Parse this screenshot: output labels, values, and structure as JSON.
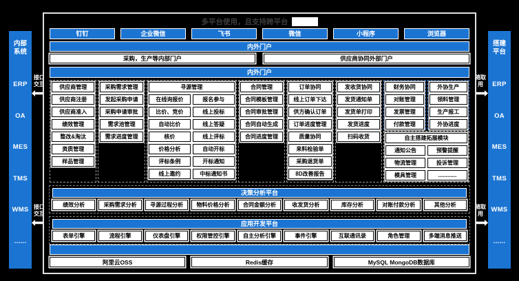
{
  "header": {
    "title": "多平台使用，且支持跨平台",
    "redacted": true
  },
  "channels": [
    "钉钉",
    "企业微信",
    "飞书",
    "微信",
    "小程序",
    "浏览器"
  ],
  "portal": {
    "bar": "内外门户",
    "internal": "采购，生产等内部门户",
    "external": "供应商协同外部门户"
  },
  "modules": {
    "bar": "内外门户",
    "groups": [
      {
        "header": "供应商管理",
        "items": [
          "供应商注册",
          "供应商准入",
          "绩效管理",
          "整改&淘汰",
          "资质管理",
          "样品管理"
        ]
      },
      {
        "header": "采购需求管理",
        "items": [
          "发起采购申请",
          "采购申请审批",
          "需求池管理",
          "需求进度管理"
        ]
      },
      {
        "header": "寻源管理",
        "span": 2,
        "columns": [
          [
            "在线询报价",
            "比价、竞价",
            "自动比价",
            "核价",
            "价格分析",
            "评标条例",
            "线上邀约"
          ],
          [
            "报名参与",
            "线上投标",
            "线上答疑",
            "线上评标",
            "自动开标",
            "开标通知",
            "中标通知书"
          ]
        ]
      },
      {
        "header": "合同管理",
        "items": [
          "合同模板管理",
          "合同审批管理",
          "合同自动生成",
          "合同进度管理"
        ]
      },
      {
        "header": "订单协同",
        "items": [
          "线上订单下达",
          "供方确认订单",
          "订单进度管理",
          "质量协同",
          "来料检验单",
          "采购退货单",
          "8D改善报告"
        ]
      },
      {
        "header": "发收货协同",
        "items": [
          "发货通知单",
          "发货单打印",
          "发货进度",
          "扫码收货"
        ]
      },
      {
        "header": "财务协同",
        "accent": true,
        "items": [
          "对账管理",
          "发票管理",
          "付款管理"
        ]
      },
      {
        "header": "外协生产",
        "accent": true,
        "items": [
          "领料管理",
          "生产报工",
          "外协进度"
        ]
      }
    ],
    "extension": {
      "header": "自主搭建拓展模块",
      "rows": [
        [
          "通知公告",
          "预警提醒"
        ],
        [
          "物流管理",
          "投诉管理"
        ],
        [
          "模具管理",
          "............"
        ]
      ]
    }
  },
  "analysis": {
    "bar": "决策分析平台",
    "items": [
      "绩效分析",
      "采购需求分析",
      "寻源过程分析",
      "物料价格分析",
      "合同金额分析",
      "收发货分析",
      "库存分析",
      "对账付款分析",
      "其他分析"
    ]
  },
  "development": {
    "bar": "应用开发平台",
    "items": [
      "表单引擎",
      "流程引擎",
      "仪表盘引擎",
      "权限管控引擎",
      "自主分析引擎",
      "事件引擎",
      "互联通讯录",
      "角色管理",
      "多端消息推送"
    ]
  },
  "infrastructure": {
    "bar_label": "",
    "items": [
      "阿里云OSS",
      "Redis缓存",
      "MySQL MongoDB数据库"
    ]
  },
  "left_panel": {
    "title": "内部系统",
    "items": [
      "ERP",
      "OA",
      "MES",
      "TMS",
      "WMS",
      "......"
    ],
    "connector": "接口交互"
  },
  "right_panel": {
    "title": "搭建平台",
    "items": [
      "ERP",
      "OA",
      "MES",
      "TMS",
      "WMS",
      "......"
    ],
    "connector": "随取用"
  },
  "colors": {
    "accent_blue": "#1B74D2",
    "accent_dashed_blue": "#3D7FDC",
    "frame_border": "#E2E2E2"
  }
}
